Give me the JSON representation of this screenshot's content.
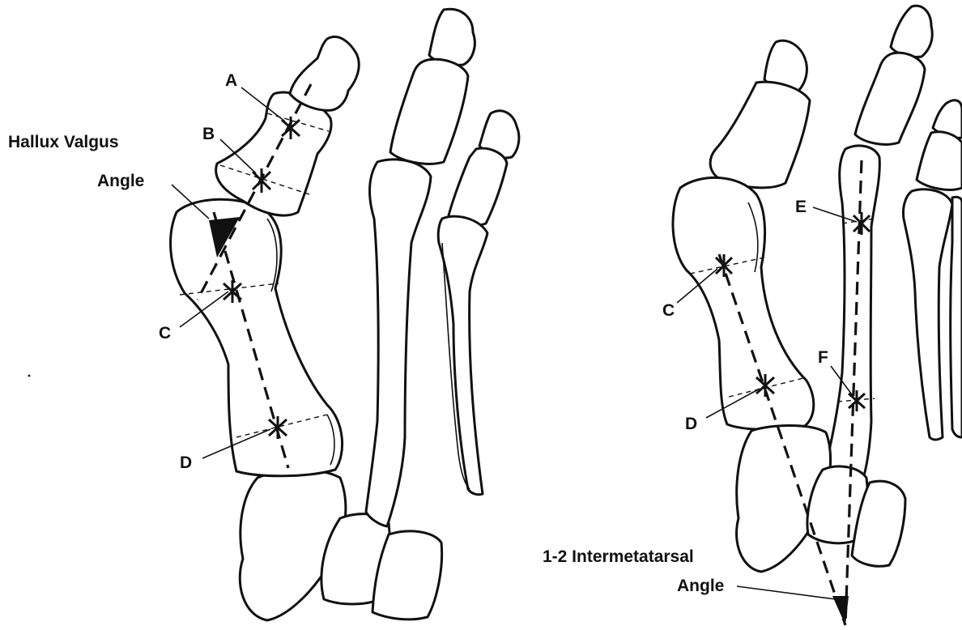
{
  "left_panel": {
    "angle_title_line1": "Hallux Valgus",
    "angle_title_line2": "Angle",
    "points": {
      "a": "A",
      "b": "B",
      "c": "C",
      "d": "D"
    }
  },
  "right_panel": {
    "angle_title_line1": "1-2 Intermetatarsal",
    "angle_title_line2": "Angle",
    "points": {
      "c": "C",
      "d": "D",
      "e": "E",
      "f": "F"
    }
  }
}
